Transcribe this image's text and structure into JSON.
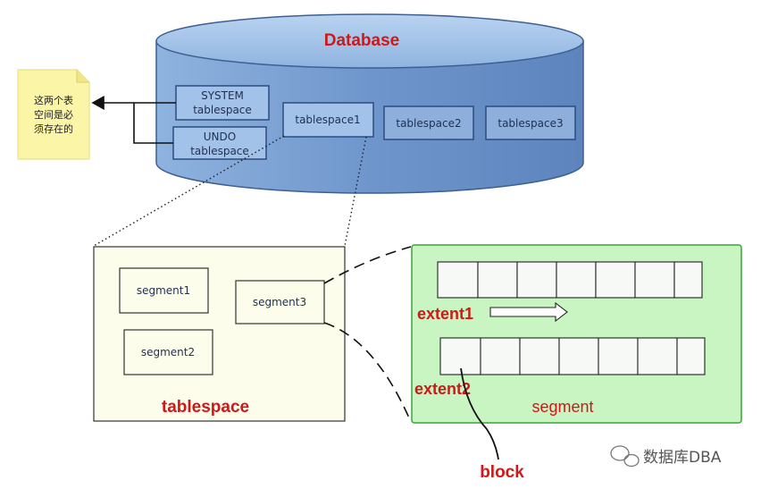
{
  "database": {
    "title": "Database",
    "system_ts": [
      "SYSTEM",
      "tablespace"
    ],
    "undo_ts": [
      "UNDO",
      "tablespace"
    ],
    "tablespaces": [
      "tablespace1",
      "tablespace2",
      "tablespace3"
    ]
  },
  "note": {
    "lines": [
      "这两个表",
      "空间是必",
      "须存在的"
    ]
  },
  "tablespace_panel": {
    "title": "tablespace",
    "segments": [
      "segment1",
      "segment2",
      "segment3"
    ]
  },
  "segment_panel": {
    "title": "segment",
    "extent1": "extent1",
    "extent2": "extent2",
    "block": "block"
  },
  "watermark": "数据库DBA",
  "colors": {
    "cylinder_top": "#9ec0e8",
    "cylinder_body": "#6f96cc",
    "tablespace_panel_bg": "#fdfdec",
    "segment_panel_bg": "#c9f5c3",
    "segment_panel_border": "#3aa33a",
    "accent_red": "#d01818",
    "note_bg": "#fbf5a7"
  }
}
